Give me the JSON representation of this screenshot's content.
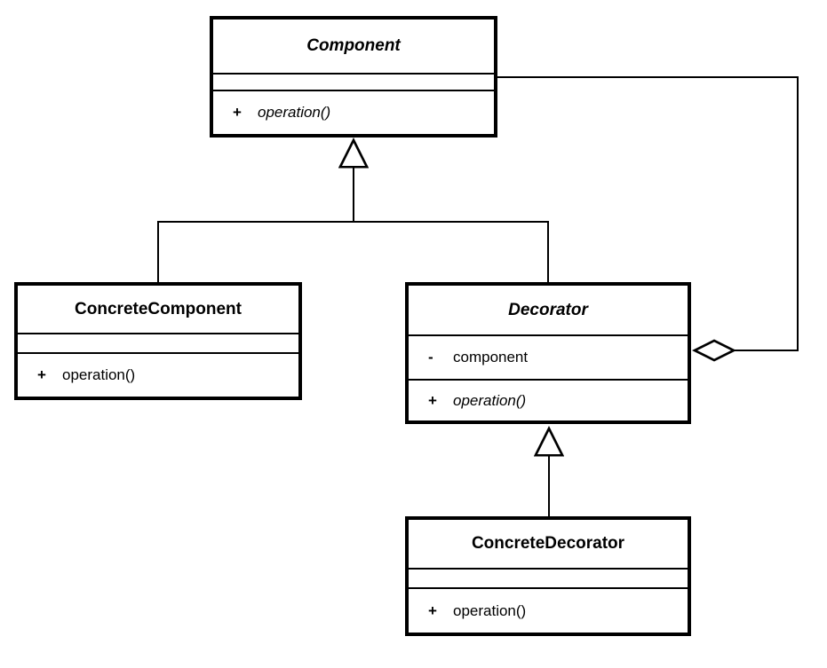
{
  "diagram": {
    "kind": "uml-class-diagram",
    "pattern": "Decorator",
    "colors": {
      "line": "#000000",
      "box_fill": "#ffffff",
      "background": "#ffffff"
    },
    "classes": {
      "component": {
        "name": "Component",
        "abstract": true,
        "attributes": [],
        "operations": [
          {
            "visibility": "+",
            "name": "operation()",
            "abstract": true
          }
        ]
      },
      "concrete_component": {
        "name": "ConcreteComponent",
        "abstract": false,
        "attributes": [],
        "operations": [
          {
            "visibility": "+",
            "name": "operation()",
            "abstract": false
          }
        ]
      },
      "decorator": {
        "name": "Decorator",
        "abstract": true,
        "attributes": [
          {
            "visibility": "-",
            "name": "component"
          }
        ],
        "operations": [
          {
            "visibility": "+",
            "name": "operation()",
            "abstract": true
          }
        ]
      },
      "concrete_decorator": {
        "name": "ConcreteDecorator",
        "abstract": false,
        "attributes": [],
        "operations": [
          {
            "visibility": "+",
            "name": "operation()",
            "abstract": false
          }
        ]
      }
    },
    "relationships": [
      {
        "type": "generalization",
        "from": "ConcreteComponent",
        "to": "Component",
        "marker": "hollow-triangle"
      },
      {
        "type": "generalization",
        "from": "Decorator",
        "to": "Component",
        "marker": "hollow-triangle"
      },
      {
        "type": "generalization",
        "from": "ConcreteDecorator",
        "to": "Decorator",
        "marker": "hollow-triangle"
      },
      {
        "type": "aggregation",
        "from": "Decorator",
        "to": "Component",
        "marker": "hollow-diamond",
        "route": "right-side"
      }
    ]
  }
}
